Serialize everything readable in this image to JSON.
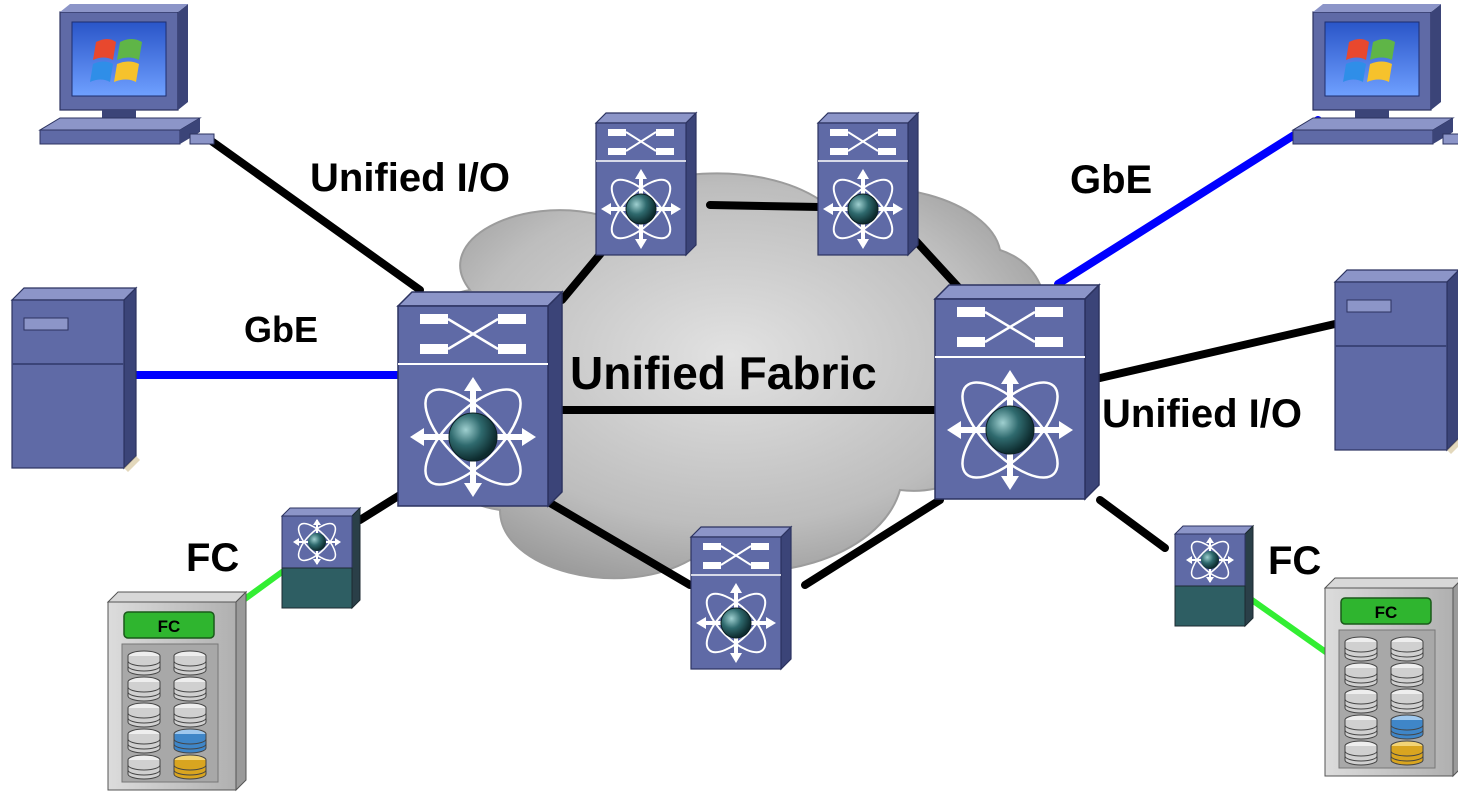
{
  "labels": {
    "unified_fabric": "Unified Fabric",
    "unified_io_left": "Unified I/O",
    "unified_io_right": "Unified I/O",
    "gbe_left": "GbE",
    "gbe_right": "GbE",
    "fc_left": "FC",
    "fc_right": "FC"
  },
  "storage": {
    "left_tag": "FC",
    "right_tag": "FC"
  },
  "colors": {
    "unified_link": "#000000",
    "gbe_link": "#0000ff",
    "fc_link": "#33ee33",
    "switch_body": "#5f6aa6",
    "switch_top": "#8c95c8",
    "switch_side": "#3b4478",
    "cloud": "#b9b9b9"
  },
  "icons": [
    "pc-icon",
    "server-icon",
    "switch-icon",
    "fc-switch-icon",
    "storage-array-icon",
    "cloud-icon"
  ]
}
